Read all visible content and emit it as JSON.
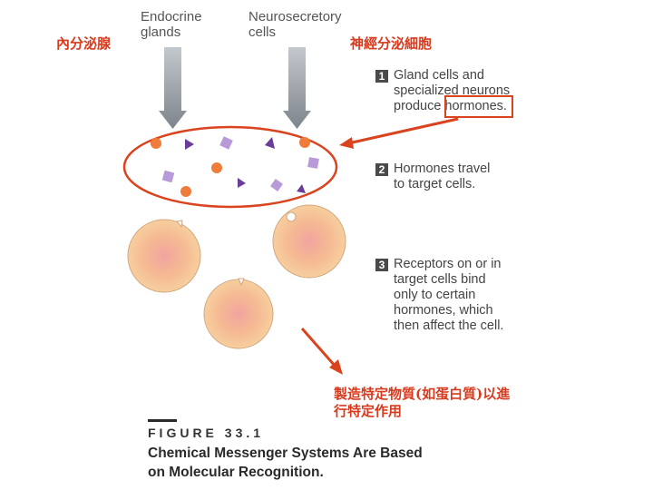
{
  "sources": {
    "endocrine_label": "Endocrine\nglands",
    "neurosecretory_label": "Neurosecretory\ncells"
  },
  "annotations": {
    "endocrine_cn": "內分泌腺",
    "neurosecretory_cn": "神經分泌細胞",
    "product_cn_line1": "製造特定物質(如蛋白質)以進",
    "product_cn_line2": "行特定作用"
  },
  "steps": [
    {
      "number": "1",
      "text": "Gland cells and\nspecialized neurons\nproduce hormones."
    },
    {
      "number": "2",
      "text": "Hormones travel\nto target cells."
    },
    {
      "number": "3",
      "text": "Receptors on or in\ntarget cells bind\nonly to certain\nhormones, which\nthen affect the cell."
    }
  ],
  "figure": {
    "label": "FIGURE 33.1",
    "title": "Chemical Messenger Systems Are Based\non Molecular Recognition."
  },
  "colors": {
    "annotation_red": "#d9441f",
    "arrow_gray": "#8c939a",
    "cell_fill": "#f6c99a",
    "cell_center": "#f2a4a0",
    "hormone_orange": "#ef7c3a",
    "hormone_purple": "#6a3d9a",
    "hormone_lavender": "#b89ad8"
  }
}
